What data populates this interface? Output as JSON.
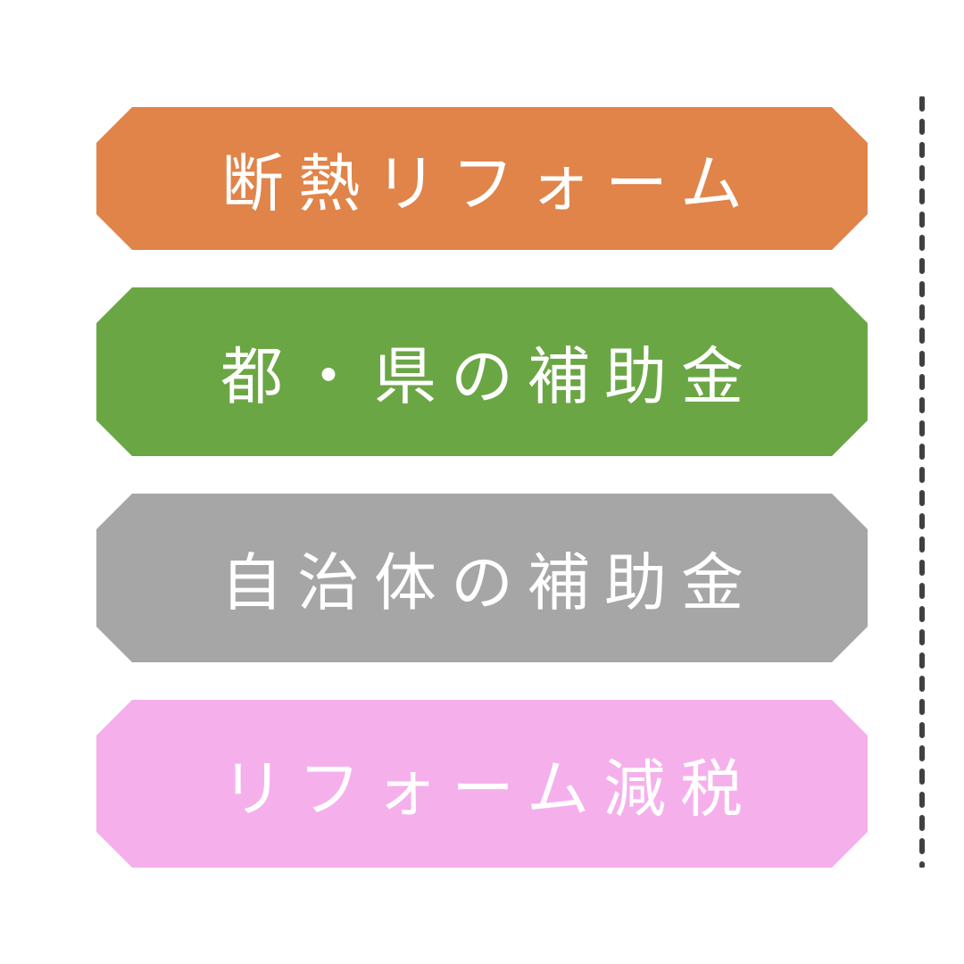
{
  "banners": [
    {
      "label": "断熱リフォーム",
      "color": "#e0844a"
    },
    {
      "label": "都・県の補助金",
      "color": "#6ba644"
    },
    {
      "label": "自治体の補助金",
      "color": "#a6a6a6"
    },
    {
      "label": "リフォーム減税",
      "color": "#f5b0ec"
    }
  ],
  "divider": {
    "color": "#404040",
    "style": "dashed"
  }
}
